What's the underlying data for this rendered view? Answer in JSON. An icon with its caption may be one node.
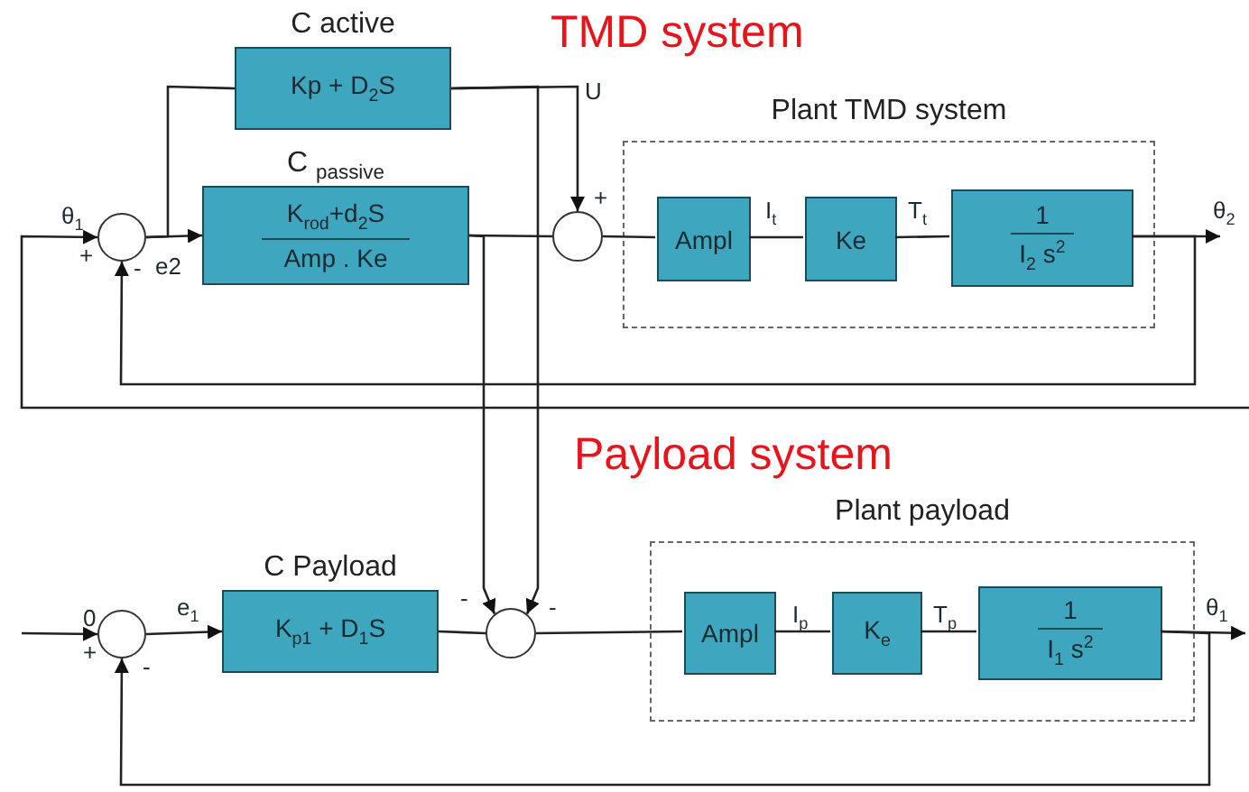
{
  "diagram": {
    "nodes": [
      {
        "text": [],
        "shape": "circle"
      },
      {
        "text": [
          "C active",
          "Kp + D$_{2}$S"
        ]
      },
      {
        "text": [
          "C $_{passive}$",
          "K$_{rod}$+d$_{2}$S",
          "Amp . Ke"
        ]
      },
      {
        "text": [],
        "shape": "circle"
      },
      {
        "text": [
          "Plant TMD system"
        ]
      },
      {
        "text": [
          "Ampl"
        ],
        "in": 4
      },
      {
        "text": [
          "Ke"
        ],
        "in": 4
      },
      {
        "text": [
          "1",
          "I$_{2}$ s$^{2}$"
        ],
        "in": 4
      },
      {
        "text": [],
        "shape": "circle"
      },
      {
        "text": [
          "C Payload",
          "K$_{p1}$ + D$_{1}$S"
        ]
      },
      {
        "text": [],
        "shape": "circle"
      },
      {
        "text": [
          "Plant payload"
        ]
      },
      {
        "text": [
          "Ampl"
        ],
        "in": 11
      },
      {
        "text": [
          "K$_{e}$"
        ],
        "in": 11
      },
      {
        "text": [
          "1",
          "I$_{1}$ s$^{2}$"
        ],
        "in": 11
      }
    ],
    "edges": [
      {
        "from": null,
        "to": 0,
        "arrow": "to",
        "label": "θ$_{1}$"
      },
      {
        "from": 0,
        "to": 2,
        "arrow": "to",
        "label": "e2"
      },
      {
        "from": 0,
        "to": 1,
        "arrow": "none"
      },
      {
        "from": 1,
        "to": 3,
        "arrow": "to",
        "label": "U"
      },
      {
        "from": 2,
        "to": 3,
        "arrow": "none"
      },
      {
        "from": 1,
        "to": 10,
        "arrow": "to"
      },
      {
        "from": 2,
        "to": 10,
        "arrow": "to"
      },
      {
        "from": 3,
        "to": 5,
        "arrow": "none"
      },
      {
        "from": 5,
        "to": 6,
        "arrow": "none",
        "label": "I$_{t}$"
      },
      {
        "from": 6,
        "to": 7,
        "arrow": "none",
        "label": "T$_{t}$"
      },
      {
        "from": 7,
        "to": null,
        "arrow": "to",
        "label": "θ$_{2}$"
      },
      {
        "from": 7,
        "to": 0,
        "arrow": "to"
      },
      {
        "from": null,
        "to": 8,
        "arrow": "to",
        "label": "0"
      },
      {
        "from": 8,
        "to": 9,
        "arrow": "to",
        "label": "e$_{1}$"
      },
      {
        "from": 9,
        "to": 10,
        "arrow": "none"
      },
      {
        "from": 10,
        "to": 12,
        "arrow": "none"
      },
      {
        "from": 12,
        "to": 13,
        "arrow": "none",
        "label": "I$_{p}$"
      },
      {
        "from": 13,
        "to": 14,
        "arrow": "none",
        "label": "T$_{p}$"
      },
      {
        "from": 14,
        "to": null,
        "arrow": "to",
        "label": "θ$_{1}$"
      },
      {
        "from": 14,
        "to": 8,
        "arrow": "to"
      }
    ],
    "labels": [
      "TMD system",
      "+",
      "+",
      "-",
      "Payload system",
      "-",
      "-",
      "+",
      "-"
    ]
  }
}
